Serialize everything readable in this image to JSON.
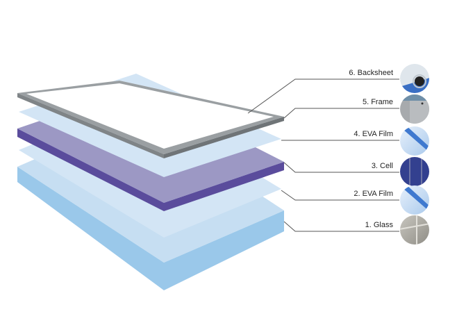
{
  "title": "Solar panel layers",
  "layers": [
    {
      "label": "6. Backsheet",
      "icon": "backsheet-thumbnail"
    },
    {
      "label": "5. Frame",
      "icon": "frame-thumbnail"
    },
    {
      "label": "4. EVA Film",
      "icon": "eva-film-thumbnail"
    },
    {
      "label": "3. Cell",
      "icon": "solar-cell-thumbnail"
    },
    {
      "label": "2. EVA Film",
      "icon": "eva-film-thumbnail"
    },
    {
      "label": "1. Glass",
      "icon": "glass-thumbnail"
    }
  ],
  "colors": {
    "glass_top": "#c6def2",
    "glass_side": "#9ac8ea",
    "eva": "#d3e5f5",
    "cell_top": "#9c98c4",
    "cell_side": "#5a4c9c",
    "frame": "#8e9396",
    "line": "#555555"
  }
}
